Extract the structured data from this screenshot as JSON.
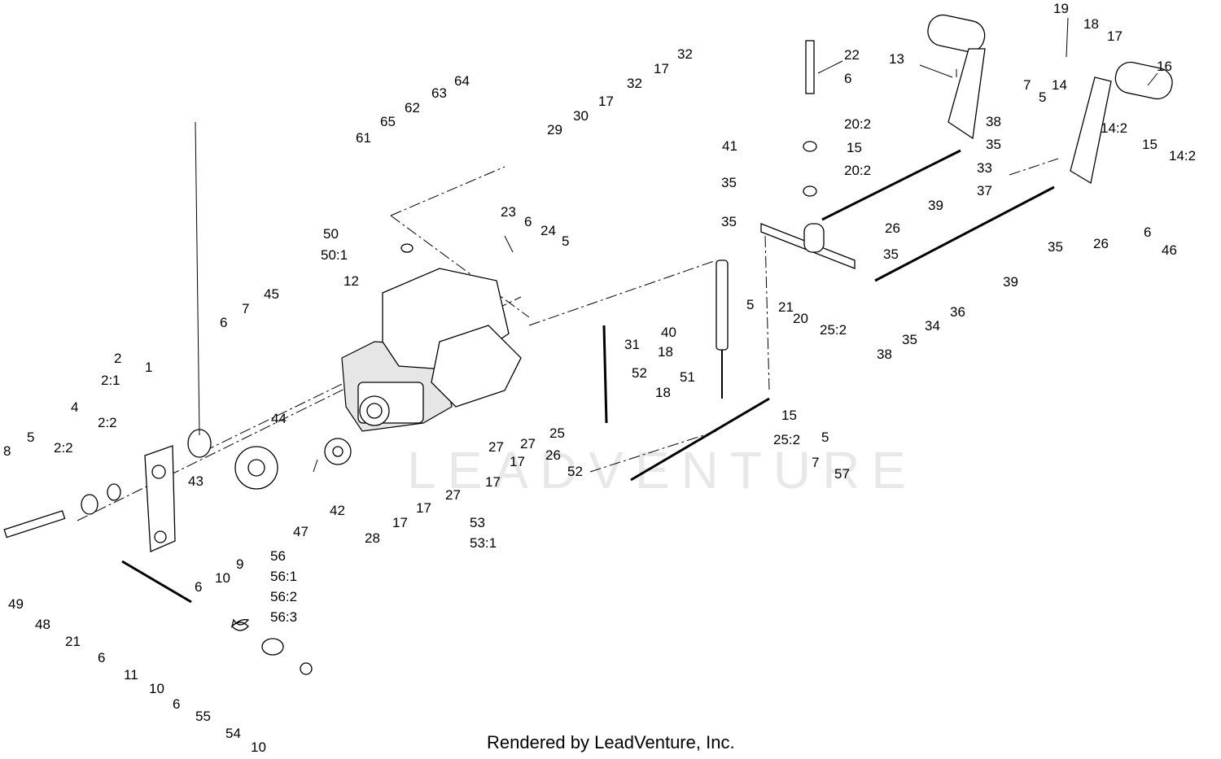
{
  "footer": {
    "rendered_by": "Rendered by LeadVenture, Inc."
  },
  "watermark": {
    "text": "LEADVENTURE"
  },
  "callouts": [
    "19",
    "18",
    "17",
    "16",
    "13",
    "22",
    "6",
    "32",
    "17",
    "32",
    "17",
    "30",
    "29",
    "64",
    "63",
    "62",
    "65",
    "61",
    "7",
    "5",
    "14",
    "38",
    "35",
    "14:2",
    "15",
    "14:2",
    "33",
    "37",
    "20:2",
    "15",
    "20:2",
    "41",
    "35",
    "35",
    "39",
    "26",
    "35",
    "36",
    "34",
    "35",
    "38",
    "39",
    "35",
    "26",
    "6",
    "46",
    "23",
    "6",
    "24",
    "5",
    "50",
    "50:1",
    "12",
    "45",
    "7",
    "6",
    "2",
    "2:1",
    "1",
    "4",
    "5",
    "2:2",
    "2:2",
    "8",
    "43",
    "9",
    "10",
    "6",
    "49",
    "48",
    "21",
    "6",
    "11",
    "10",
    "6",
    "55",
    "54",
    "10",
    "44",
    "56",
    "56:1",
    "56:2",
    "56:3",
    "47",
    "42",
    "28",
    "17",
    "17",
    "27",
    "53",
    "53:1",
    "27",
    "17",
    "27",
    "17",
    "26",
    "25",
    "52",
    "31",
    "18",
    "40",
    "52",
    "18",
    "51",
    "5",
    "21",
    "20",
    "25:2",
    "15",
    "25:2",
    "5",
    "7",
    "57"
  ]
}
